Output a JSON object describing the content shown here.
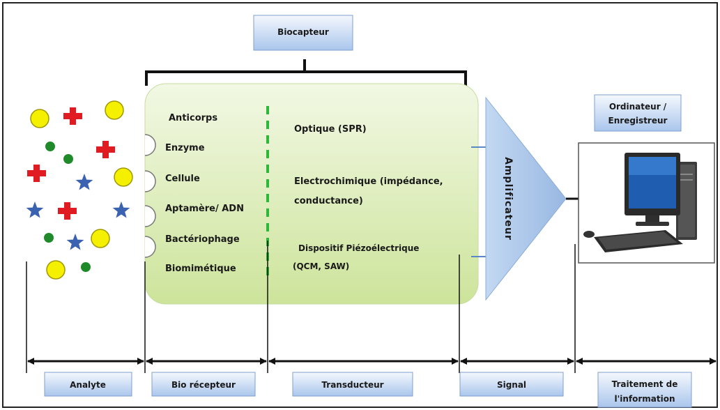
{
  "header": {
    "biosensor_label": "Biocapteur"
  },
  "computer": {
    "label_line1": "Ordinateur /",
    "label_line2": "Enregistreur"
  },
  "receptors": [
    "Anticorps",
    "Enzyme",
    "Cellule",
    "Aptamère/ ADN",
    "Bactériophage",
    "Biomimétique"
  ],
  "transducers": {
    "optical": "Optique (SPR)",
    "electrochemical_line1": "Electrochimique (impédance,",
    "electrochemical_line2": "conductance)",
    "piezo_line1": "Dispositif Piézoélectrique",
    "piezo_line2": "(QCM, SAW)"
  },
  "amplifier_label": "Amplificateur",
  "bottom_labels": {
    "analyte": "Analyte",
    "bioreceptor": "Bio récepteur",
    "transducer": "Transducteur",
    "signal": "Signal",
    "processing_line1": "Traitement de",
    "processing_line2": "l'information"
  },
  "colors": {
    "frame": "#222222",
    "label_box_top": "#f4f8fd",
    "label_box_bottom": "#aac6ec",
    "label_box_border": "#7f9fcf",
    "receptor_panel_top": "#f2f8e4",
    "receptor_panel_bottom": "#cde49b",
    "divider_dashed": "#2db83a",
    "amplifier": "#a8c4e8",
    "molecule_yellow": "#f5f000",
    "molecule_red": "#e01b22",
    "molecule_green": "#1e8a2a",
    "molecule_blue": "#3b62b0"
  },
  "icons": {
    "computer": "desktop-computer-icon",
    "analyte_shapes": [
      "yellow-circle-icon",
      "red-cross-icon",
      "green-dot-icon",
      "blue-star-icon"
    ]
  }
}
